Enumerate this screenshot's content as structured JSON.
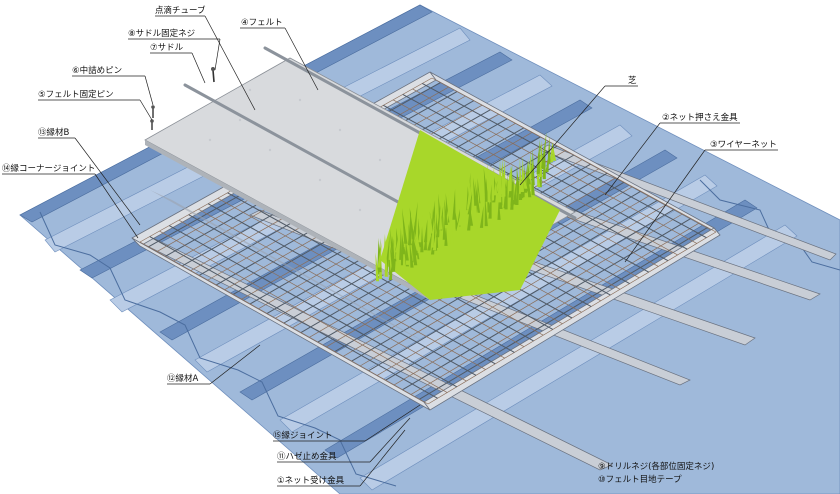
{
  "labels": {
    "tenteki_tube": "点滴チューブ",
    "felt": "④フェルト",
    "saddle_screw": "⑧サドル固定ネジ",
    "saddle": "⑦サドル",
    "center_pin": "⑥中詰めピン",
    "felt_pin": "⑤フェルト固定ピン",
    "grass": "芝",
    "net_press": "②ネット押さえ金具",
    "edge_b": "⑬縁材B",
    "wire_net": "③ワイヤーネット",
    "edge_corner": "⑭縁コーナージョイント",
    "edge_a": "⑫縁材A",
    "edge_joint": "⑮縁ジョイント",
    "haze_stop": "⑪ハゼ止め金具",
    "net_receiver": "①ネット受け金具",
    "drill_screw": "⑨ドリルネジ(各部位固定ネジ)",
    "felt_tape": "⑩フェルト目地テープ"
  },
  "colors": {
    "roof_light": "#b9cce6",
    "roof_mid": "#9fb9da",
    "roof_dark": "#6d8fc0",
    "grass": "#a8d72a",
    "grass_dark": "#7fb51b",
    "felt": "#d8dadd",
    "mesh": "#505a66"
  }
}
